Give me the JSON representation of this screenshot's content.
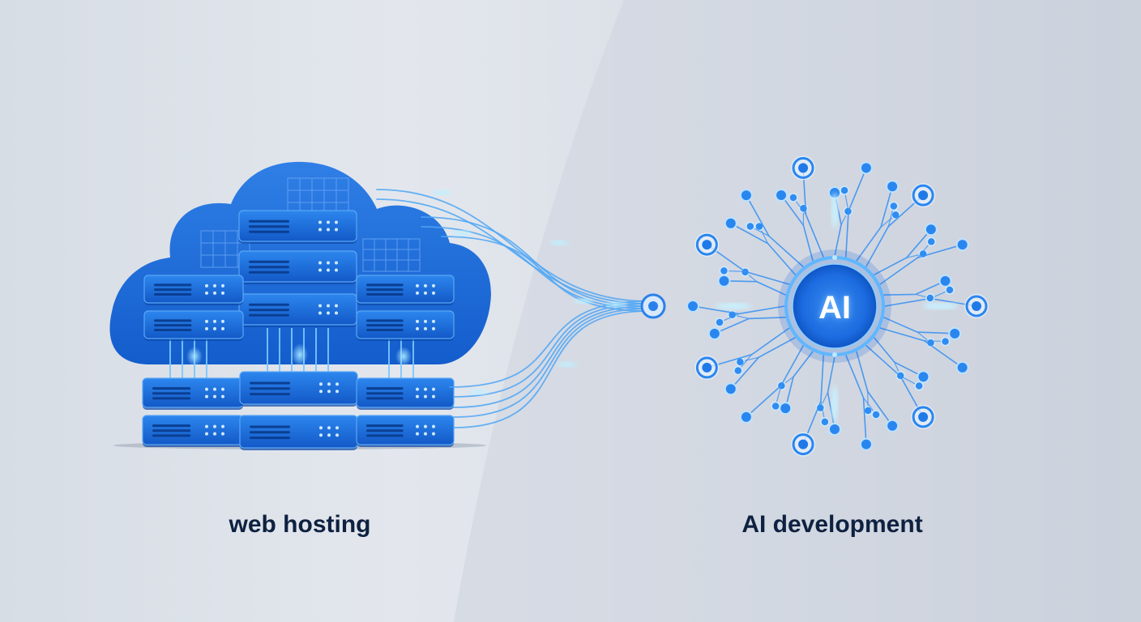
{
  "captions": {
    "left": "web hosting",
    "right": "AI development"
  },
  "ai_chip": {
    "label": "AI"
  },
  "illustration": {
    "left_icon": "cloud-server-icon",
    "right_icon": "ai-neural-network-icon",
    "connector": "fiber-connection-lines",
    "colors": {
      "primary_blue": "#1e6fe0",
      "dark_blue": "#0b4fb8",
      "glow": "#6fc3ff",
      "text": "#0e2140",
      "background": "#dfe4ea"
    }
  }
}
